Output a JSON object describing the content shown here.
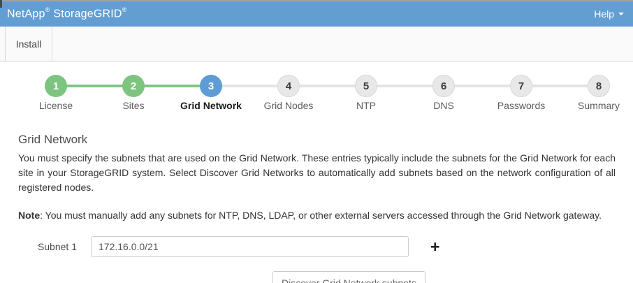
{
  "header": {
    "brand_netapp": "NetApp",
    "brand_storagegrid": "StorageGRID",
    "registered_mark": "®",
    "help_label": "Help"
  },
  "tabs": {
    "install_label": "Install"
  },
  "stepper": {
    "steps": [
      {
        "num": "1",
        "label": "License",
        "status": "completed"
      },
      {
        "num": "2",
        "label": "Sites",
        "status": "completed"
      },
      {
        "num": "3",
        "label": "Grid Network",
        "status": "active"
      },
      {
        "num": "4",
        "label": "Grid Nodes",
        "status": "pending"
      },
      {
        "num": "5",
        "label": "NTP",
        "status": "pending"
      },
      {
        "num": "6",
        "label": "DNS",
        "status": "pending"
      },
      {
        "num": "7",
        "label": "Passwords",
        "status": "pending"
      },
      {
        "num": "8",
        "label": "Summary",
        "status": "pending"
      }
    ]
  },
  "main": {
    "title": "Grid Network",
    "description": "You must specify the subnets that are used on the Grid Network. These entries typically include the subnets for the Grid Network for each site in your StorageGRID system. Select Discover Grid Networks to automatically add subnets based on the network configuration of all registered nodes.",
    "note_label": "Note",
    "note_text": ": You must manually add any subnets for NTP, DNS, LDAP, or other external servers accessed through the Grid Network gateway.",
    "form": {
      "subnet_label": "Subnet 1",
      "subnet_value": "172.16.0.0/21",
      "add_button_glyph": "+",
      "discover_button_label": "Discover Grid Network subnets"
    }
  },
  "colors": {
    "header_blue": "#629ed2",
    "step_completed_green": "#7cc47f",
    "step_active_blue": "#5d9cd5",
    "step_pending_gray": "#e8e8e8"
  }
}
